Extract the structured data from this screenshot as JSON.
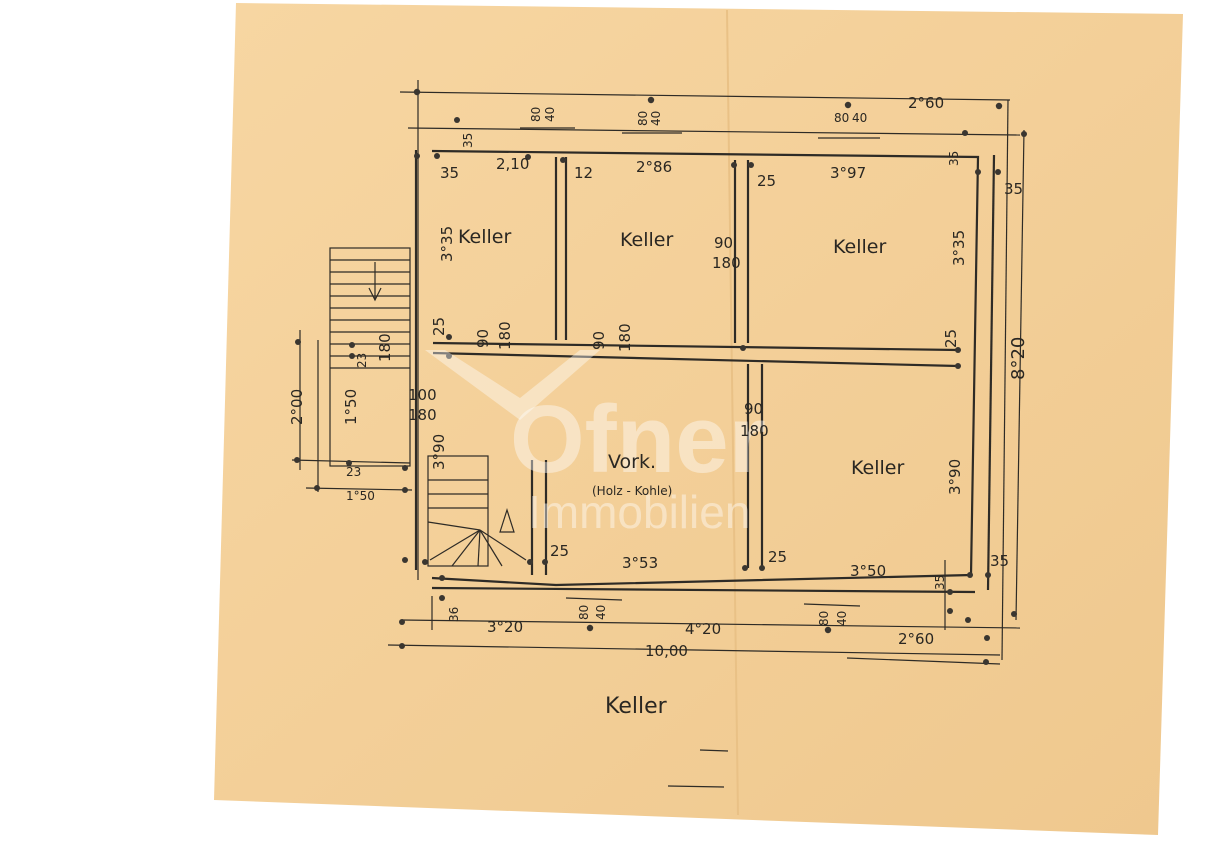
{
  "plan": {
    "watermark": {
      "brand": "Ofner",
      "sub": "Immobilien"
    },
    "title": "Keller",
    "rooms": [
      {
        "id": "keller-1",
        "label": "Keller"
      },
      {
        "id": "keller-2",
        "label": "Keller"
      },
      {
        "id": "keller-3",
        "label": "Keller"
      },
      {
        "id": "keller-4",
        "label": "Keller"
      },
      {
        "id": "vork",
        "label": "Vork."
      },
      {
        "id": "vork-sub",
        "label": "(Holz - Kohle)"
      }
    ],
    "dimensions": {
      "top_a": "2,10",
      "top_b": "2°86",
      "top_c": "3°97",
      "top_right": "2°60",
      "left_h": "3°35",
      "right_h": "3°35",
      "total_h": "8°20",
      "bottom_a": "3°20",
      "bottom_b": "4°20",
      "bottom_total": "10,00",
      "bottom_right": "2°60",
      "mid_left_vert": "3°90",
      "mid_right_vert": "3°90",
      "lower_a": "3°53",
      "lower_b": "3°50",
      "stair_h": "2°00",
      "stair_run": "1°50",
      "stair_run2": "1°50",
      "door_s1": "80",
      "door_s2": "40",
      "n35": "35",
      "n12": "12",
      "n25": "25",
      "n90": "90",
      "n180": "180",
      "n100": "100",
      "n23": "23",
      "n36": "36"
    }
  }
}
